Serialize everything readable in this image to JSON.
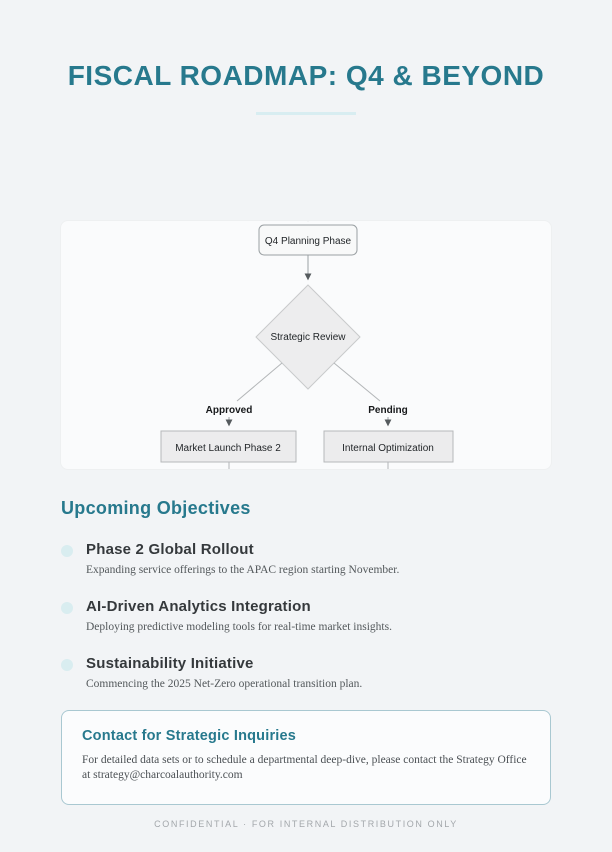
{
  "page": {
    "title": "FISCAL ROADMAP: Q4 & BEYOND",
    "footer": "CONFIDENTIAL · FOR INTERNAL DISTRIBUTION ONLY"
  },
  "colors": {
    "accent_teal": "#27798d",
    "page_bg": "#f2f4f6",
    "panel_bg": "#fafbfc",
    "contact_border": "#a9c8d1",
    "bullet_fill": "#d9edf0",
    "underline": "#d8edf1"
  },
  "flowchart": {
    "nodes": {
      "start": "Q4 Planning Phase",
      "decision": "Strategic Review",
      "outcome_left": "Market Launch Phase 2",
      "outcome_right": "Internal Optimization"
    },
    "edge_labels": {
      "left": "Approved",
      "right": "Pending"
    }
  },
  "objectives": {
    "heading": "Upcoming Objectives",
    "items": [
      {
        "title": "Phase 2 Global Rollout",
        "description": "Expanding service offerings to the APAC region starting November."
      },
      {
        "title": "AI-Driven Analytics Integration",
        "description": "Deploying predictive modeling tools for real-time market insights."
      },
      {
        "title": "Sustainability Initiative",
        "description": "Commencing the 2025 Net-Zero operational transition plan."
      }
    ]
  },
  "contact": {
    "heading": "Contact for Strategic Inquiries",
    "body": "For detailed data sets or to schedule a departmental deep-dive, please contact the Strategy Office at strategy@charcoalauthority.com"
  }
}
